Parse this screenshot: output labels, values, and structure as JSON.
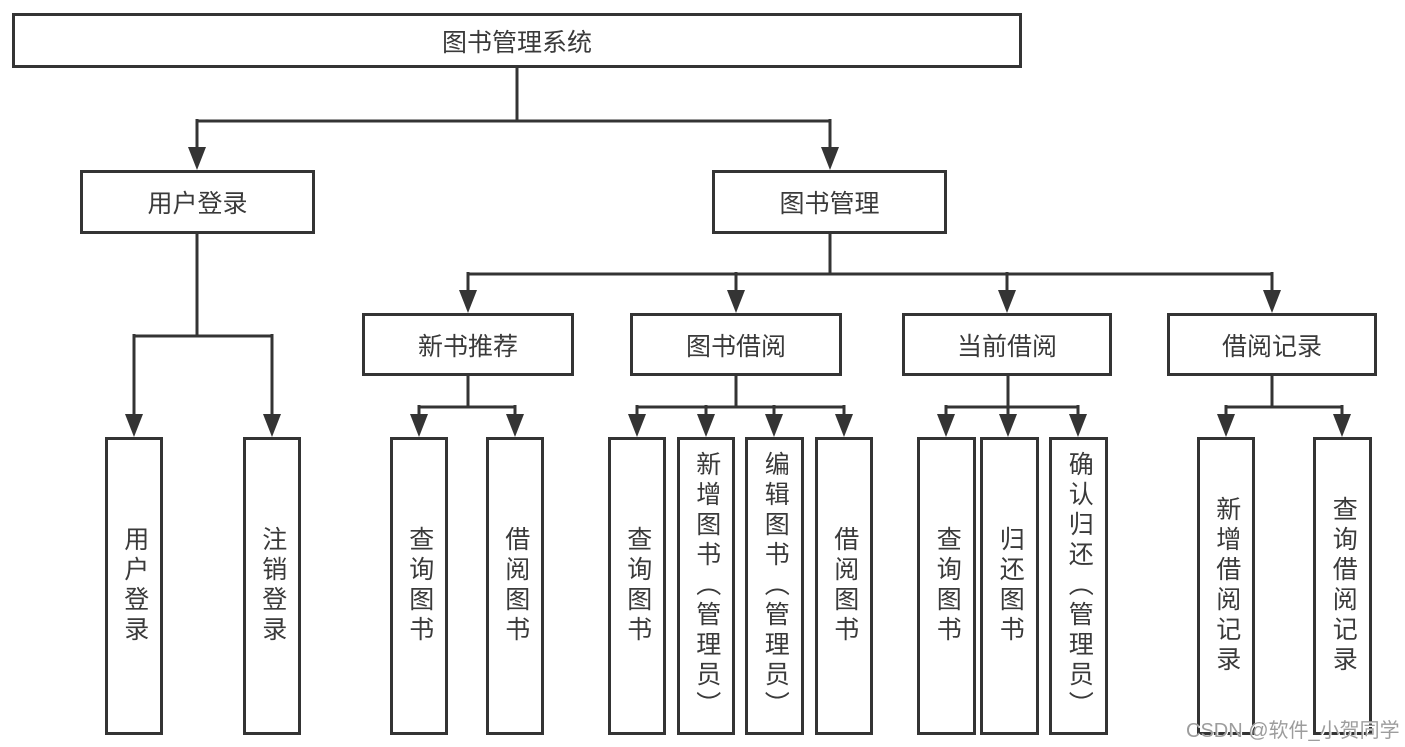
{
  "diagram": {
    "root": "图书管理系统",
    "level2": [
      "用户登录",
      "图书管理"
    ],
    "level3": [
      "新书推荐",
      "图书借阅",
      "当前借阅",
      "借阅记录"
    ],
    "leaves": [
      "用户登录",
      "注销登录",
      "查询图书",
      "借阅图书",
      "查询图书",
      "新增图书（管理员）",
      "编辑图书（管理员）",
      "借阅图书",
      "查询图书",
      "归还图书",
      "确认归还（管理员）",
      "新增借阅记录",
      "查询借阅记录"
    ]
  },
  "watermark": "CSDN @软件_小贺同学",
  "colors": {
    "line": "#343434",
    "box_border": "#343434",
    "text": "#3a3a3a",
    "background": "#ffffff",
    "watermark": "#9d9d9d"
  }
}
